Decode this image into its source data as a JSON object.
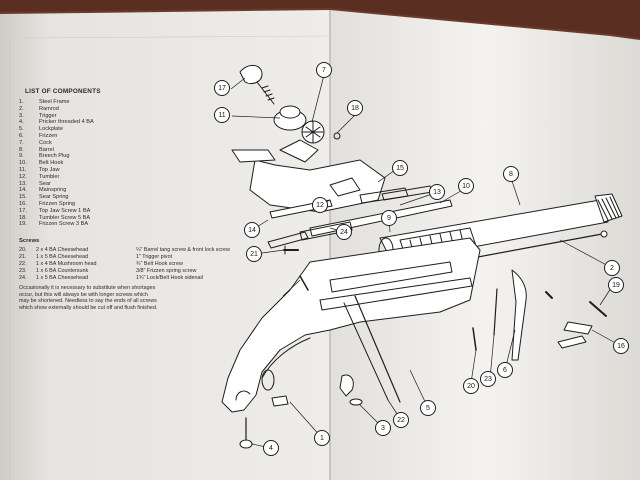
{
  "components": {
    "title": "LIST OF COMPONENTS",
    "items": [
      {
        "n": "1.",
        "label": "Steel Frame"
      },
      {
        "n": "2.",
        "label": "Ramrod"
      },
      {
        "n": "3.",
        "label": "Trigger"
      },
      {
        "n": "4.",
        "label": "Pricker threaded 4 BA"
      },
      {
        "n": "5.",
        "label": "Lockplate"
      },
      {
        "n": "6.",
        "label": "Frizzen"
      },
      {
        "n": "7.",
        "label": "Cock"
      },
      {
        "n": "8.",
        "label": "Barrel"
      },
      {
        "n": "9.",
        "label": "Breech Plug"
      },
      {
        "n": "10.",
        "label": "Belt Hook"
      },
      {
        "n": "11.",
        "label": "Top Jaw"
      },
      {
        "n": "12.",
        "label": "Tumbler"
      },
      {
        "n": "13.",
        "label": "Sear"
      },
      {
        "n": "14.",
        "label": "Mainspring"
      },
      {
        "n": "15.",
        "label": "Sear Spring"
      },
      {
        "n": "16.",
        "label": "Frizzen Spring"
      },
      {
        "n": "17.",
        "label": "Top Jaw Screw 1 BA"
      },
      {
        "n": "18.",
        "label": "Tumbler Screw 5 BA"
      },
      {
        "n": "19.",
        "label": "Frizzen Screw 3 BA"
      }
    ]
  },
  "screws": {
    "title": "Screws",
    "rows": [
      {
        "n": "20.",
        "desc": "2 x 4 BA Cheesehead",
        "use": "¼\" Barrel tang screw & front lock screw"
      },
      {
        "n": "21.",
        "desc": "1 x 5 BA Cheesehead",
        "use": "1\" Trigger pivot"
      },
      {
        "n": "22.",
        "desc": "1 x 4 BA Mushroom head",
        "use": "¾\" Belt Hook screw"
      },
      {
        "n": "23.",
        "desc": "1 x 6 BA Countersunk",
        "use": "3/8\" Frizzen spring screw"
      },
      {
        "n": "24.",
        "desc": "1 x 5 BA Cheesehead",
        "use": "1¾\" Lock/Belt Hook sidenail"
      }
    ]
  },
  "note": "Occasionally it is necessary to substitute when shortages occur, but this will always be with longer screws which may be shortened. Needless to say the ends of all screws which show externally should be cut off and flush finished.",
  "callouts": [
    "1",
    "2",
    "3",
    "4",
    "5",
    "6",
    "7",
    "8",
    "9",
    "10",
    "11",
    "12",
    "13",
    "14",
    "15",
    "16",
    "17",
    "18",
    "19",
    "20",
    "21",
    "22",
    "23",
    "24"
  ],
  "colors": {
    "paper": "#f2f0ec",
    "paper_shadow": "#d9d6d0",
    "ink": "#1e1e1e",
    "background": "#6b3a2a"
  }
}
